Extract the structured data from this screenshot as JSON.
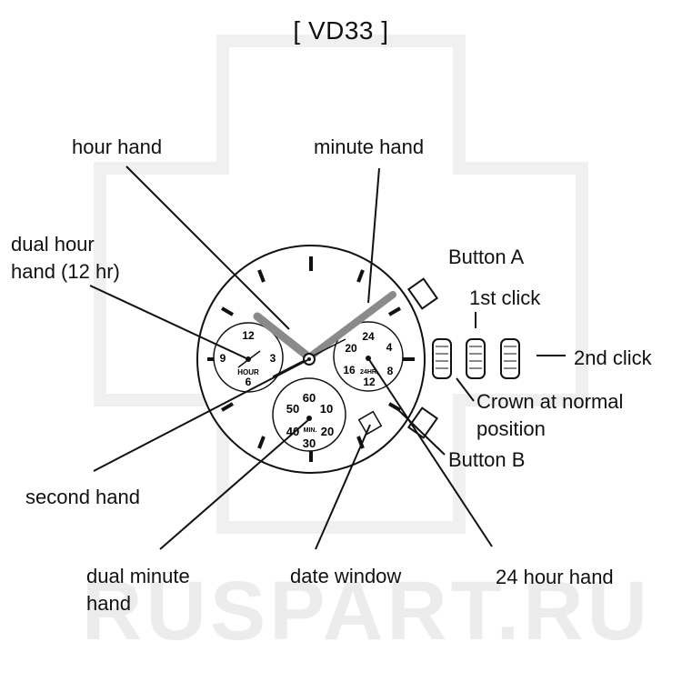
{
  "title": "[ VD33 ]",
  "watermark": "RUSPART.RU",
  "labels": {
    "hour_hand": "hour hand",
    "minute_hand": "minute hand",
    "dual_hour_hand_line1": "dual hour",
    "dual_hour_hand_line2": "hand (12 hr)",
    "button_a": "Button A",
    "first_click": "1st click",
    "second_click": "2nd click",
    "crown_line1": "Crown at normal",
    "crown_line2": "position",
    "button_b": "Button B",
    "second_hand": "second hand",
    "dual_minute_hand_line1": "dual minute",
    "dual_minute_hand_line2": "hand",
    "date_window": "date window",
    "hour24_hand": "24 hour hand"
  },
  "dial": {
    "left_subdial": {
      "n12": "12",
      "n9": "9",
      "n3": "3",
      "n6": "6",
      "caption": "HOUR"
    },
    "right_subdial": {
      "n24": "24",
      "n4": "4",
      "n20": "20",
      "n16": "16",
      "n8": "8",
      "n12": "12",
      "caption": "24HR"
    },
    "bottom_subdial": {
      "n60": "60",
      "n50": "50",
      "n10": "10",
      "n40": "40",
      "n20": "20",
      "n30": "30",
      "caption": "MIN."
    }
  },
  "colors": {
    "line": "#111111",
    "hand": "#8a8a8a",
    "watermark": "#ececec"
  }
}
